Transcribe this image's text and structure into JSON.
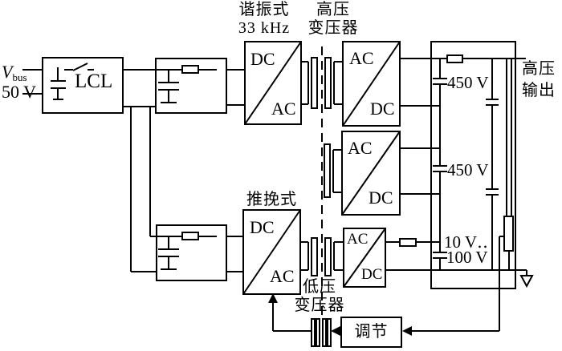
{
  "input": {
    "v": "V",
    "v_sub": "bus",
    "voltage": "50 V"
  },
  "blocks": {
    "lcl": "LCL",
    "regulator": "调节"
  },
  "labels": {
    "resonant_1": "谐振式",
    "resonant_2": "33 kHz",
    "hv_tr_1": "高压",
    "hv_tr_2": "变压器",
    "pushpull": "推挽式",
    "lv_tr_1": "低压",
    "lv_tr_2": "变压器",
    "hv_out_1": "高压",
    "hv_out_2": "输出"
  },
  "converters": {
    "resonant": {
      "in": "DC",
      "out": "AC"
    },
    "pushpull": {
      "in": "DC",
      "out": "AC"
    },
    "rectifier1": {
      "in": "AC",
      "out": "DC"
    },
    "rectifier2": {
      "in": "AC",
      "out": "DC"
    },
    "rectifier3": {
      "in": "AC",
      "out": "DC"
    }
  },
  "outputs": {
    "v450_top": "450 V",
    "v450_mid": "450 V",
    "v10": "10 V‥",
    "v100": "100 V"
  },
  "colors": {
    "line": "#000000",
    "background": "#ffffff"
  }
}
